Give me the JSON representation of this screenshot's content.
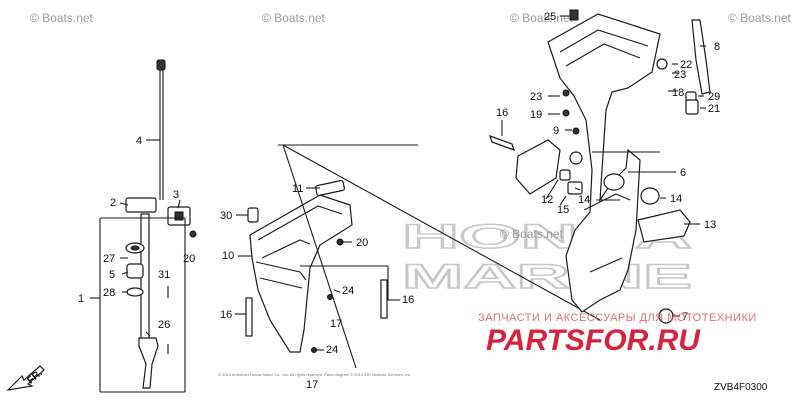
{
  "watermarks": {
    "top_left": "© Boats.net",
    "top_mid": "© Boats.net",
    "top_right_a": "© Boats.net",
    "top_right_b": "© Boats.net",
    "center": "© Boats.net",
    "brand_line1": "HONDA",
    "brand_line2": "MARINE",
    "ru_sub": "ЗАПЧАСТИ И АКСЕССУАРЫ ДЛЯ МОТОТЕХНИКИ",
    "ru_big": "PARTSFOR.RU",
    "copyright": "© 2014 American Honda Motor Co., Inc. All rights reserved. Parts diagram © 2014 ARI Network Services, Inc."
  },
  "diagram_code": "ZVB4F0300",
  "direction": "FR.",
  "callouts": {
    "c1": "1",
    "c2": "2",
    "c3": "3",
    "c4": "4",
    "c5": "5",
    "c6": "6",
    "c7": "7",
    "c8": "8",
    "c9": "9",
    "c10": "10",
    "c11": "11",
    "c12": "12",
    "c13": "13",
    "c14": "14",
    "c15": "15",
    "c16": "16",
    "c17": "17",
    "c18": "18",
    "c19": "19",
    "c20": "20",
    "c21": "21",
    "c22": "22",
    "c23": "23",
    "c24": "24",
    "c25": "25",
    "c26": "26",
    "c27": "27",
    "c28": "28",
    "c29": "29",
    "c30": "30",
    "c31": "31"
  }
}
